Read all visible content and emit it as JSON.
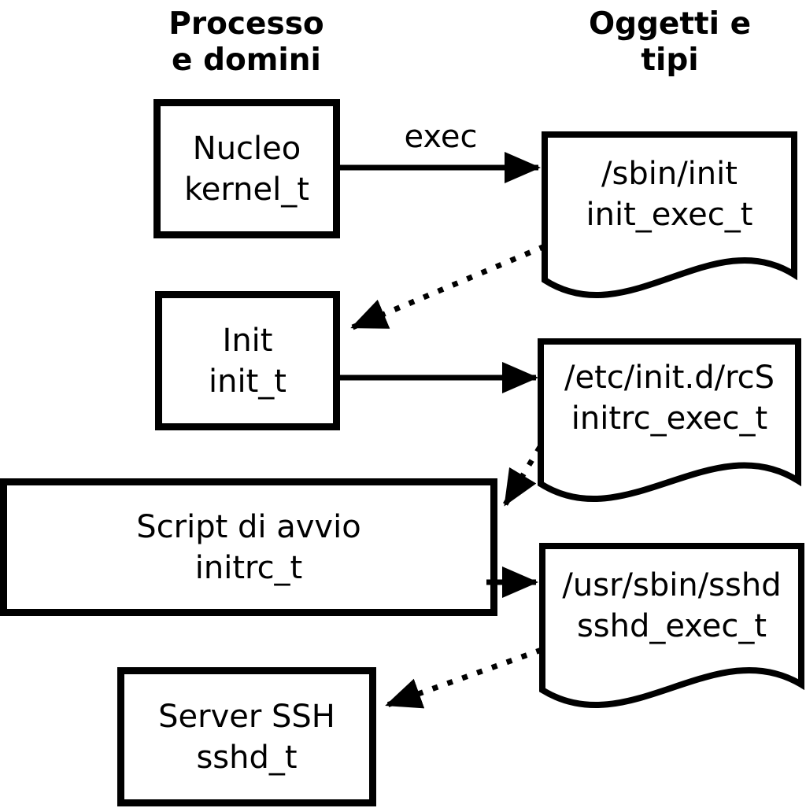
{
  "colors": {
    "ink": "#000000",
    "paper": "#ffffff"
  },
  "headers": {
    "processes": {
      "line1": "Processo",
      "line2": "e domini"
    },
    "objects": {
      "line1": "Oggetti e",
      "line2": "tipi"
    }
  },
  "process_boxes": [
    {
      "name": "Nucleo",
      "domain": "kernel_t"
    },
    {
      "name": "Init",
      "domain": "init_t"
    },
    {
      "name": "Script di avvio",
      "domain": "initrc_t"
    },
    {
      "name": "Server SSH",
      "domain": "sshd_t"
    }
  ],
  "object_documents": [
    {
      "path": "/sbin/init",
      "type": "init_exec_t"
    },
    {
      "path": "/etc/init.d/rcS",
      "type": "initrc_exec_t"
    },
    {
      "path": "/usr/sbin/sshd",
      "type": "sshd_exec_t"
    }
  ],
  "arrow_labels": {
    "exec": "exec"
  }
}
